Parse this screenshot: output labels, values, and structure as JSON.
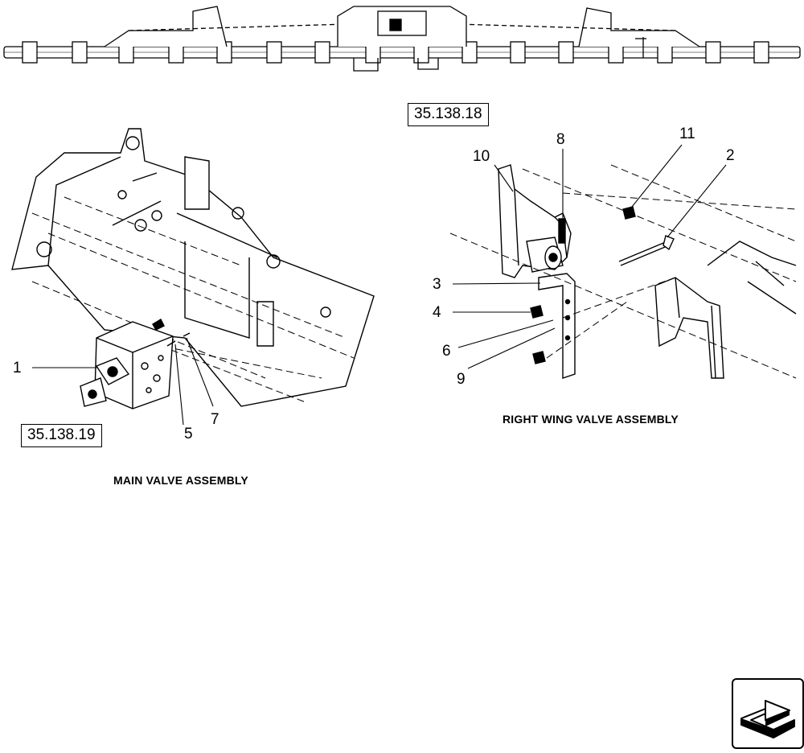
{
  "references": {
    "right": "35.138.18",
    "main": "35.138.19"
  },
  "callouts": {
    "c1": "1",
    "c2": "2",
    "c3": "3",
    "c4": "4",
    "c5": "5",
    "c6": "6",
    "c7": "7",
    "c8": "8",
    "c9": "9",
    "c10": "10",
    "c11": "11"
  },
  "captions": {
    "right": "RIGHT WING VALVE ASSEMBLY",
    "main": "MAIN VALVE ASSEMBLY"
  },
  "nav": {
    "icon": "next-page-arrow-icon"
  }
}
